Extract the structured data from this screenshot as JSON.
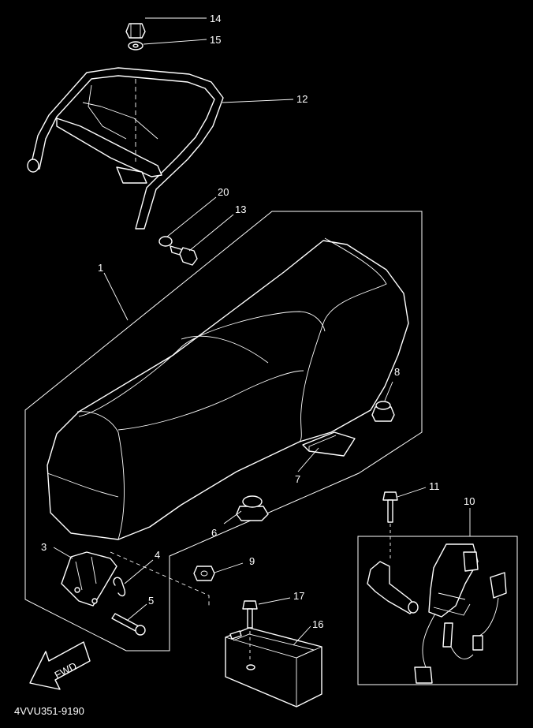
{
  "diagram_code": "4VVU351-9190",
  "fwd_label": "FWD",
  "callouts": {
    "c1": "1",
    "c3": "3",
    "c4": "4",
    "c5": "5",
    "c6": "6",
    "c7": "7",
    "c8": "8",
    "c9": "9",
    "c10": "10",
    "c11": "11",
    "c12": "12",
    "c13": "13",
    "c14": "14",
    "c15": "15",
    "c16": "16",
    "c17": "17",
    "c20": "20"
  },
  "colors": {
    "background": "#000000",
    "line": "#ffffff"
  }
}
